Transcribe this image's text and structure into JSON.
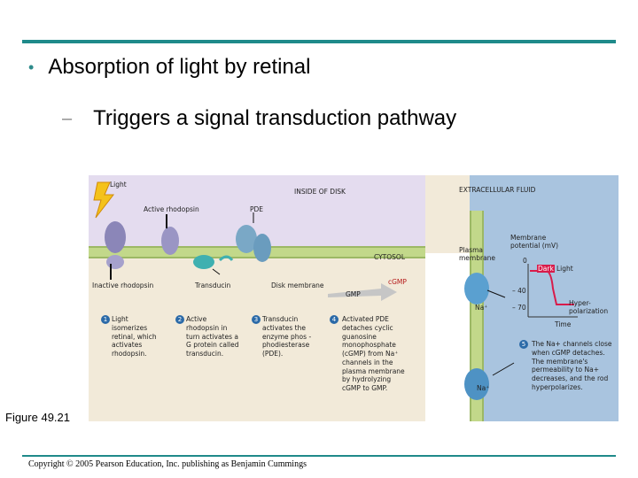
{
  "slide": {
    "bullet_main": "Absorption of light by retinal",
    "bullet_sub": "Triggers a signal transduction pathway",
    "figure_caption": "Figure 49.21",
    "copyright": "Copyright © 2005 Pearson Education, Inc. publishing as Benjamin Cummings"
  },
  "figure": {
    "labels": {
      "light": "Light",
      "inside_disk": "INSIDE OF DISK",
      "extracellular": "EXTRACELLULAR FLUID",
      "active_rhodopsin": "Active rhodopsin",
      "pde": "PDE",
      "cytosol": "CYTOSOL",
      "plasma_membrane": "Plasma membrane",
      "inactive_rhodopsin": "Inactive rhodopsin",
      "transducin": "Transducin",
      "disk_membrane": "Disk membrane",
      "cgmp": "cGMP",
      "gmp": "GMP",
      "na_top": "Na⁺",
      "na_bottom": "Na⁺"
    },
    "steps": [
      {
        "num": "1",
        "text": "Light isomerizes retinal, which activates rhodopsin."
      },
      {
        "num": "2",
        "text": "Active rhodopsin in turn activates a G protein called transducin."
      },
      {
        "num": "3",
        "text": "Transducin activates the enzyme phos - phodiesterase (PDE)."
      },
      {
        "num": "4",
        "text": "Activated PDE detaches cyclic guanosine monophosphate (cGMP) from Na⁺ channels in the plasma membrane by hydrolyzing cGMP to GMP."
      },
      {
        "num": "5",
        "text": "The Na+ channels close when cGMP detaches. The membrane's permeability to Na+ decreases, and the rod hyperpolarizes."
      }
    ],
    "graph": {
      "ylabel": "Membrane potential (mV)",
      "tick_0": "0",
      "tick_40": "– 40",
      "tick_70": "– 70",
      "dark": "Dark",
      "light": "Light",
      "hyper": "Hyper-polarization",
      "time": "Time"
    },
    "colors": {
      "disk_interior": "#e4dcef",
      "cytosol": "#f2ead9",
      "extracellular": "#a9c4df",
      "membrane": "#c2d88a",
      "protein": "#7aa8c6",
      "step_number": "#2b6aa8",
      "title_rule": "#1f8a8a"
    }
  }
}
